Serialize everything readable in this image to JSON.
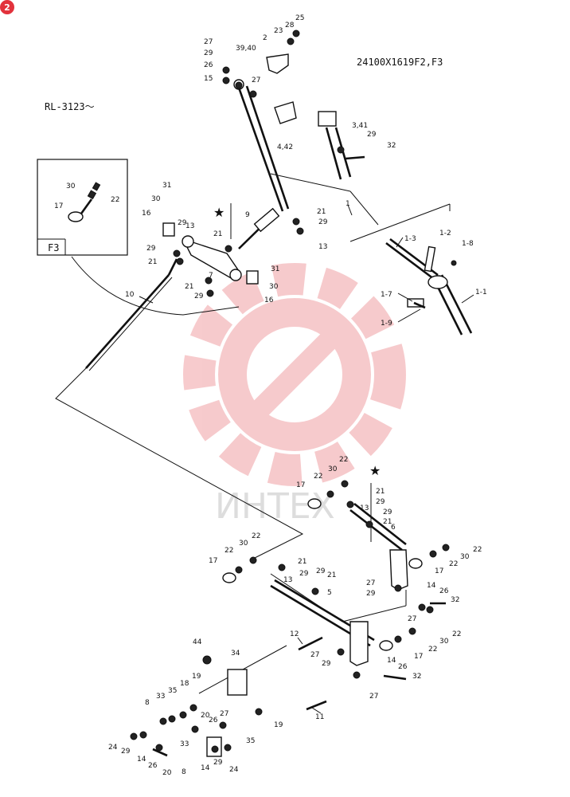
{
  "page_badge": "2",
  "drawing_number": "24100X1619F2,F3",
  "serial_range": "RL-3123～",
  "inset_label": "F3",
  "watermark_text": "ИНТЕХ",
  "colors": {
    "watermark": "#f0a0a4",
    "badge": "#e2323c",
    "ink": "#111111"
  },
  "parts": {
    "p25": "25",
    "p28": "28",
    "p23": "23",
    "p27a": "27",
    "p2": "2",
    "p3940": "39,40",
    "p29a": "29",
    "p26a": "26",
    "p15": "15",
    "p27b": "27",
    "p341": "3,41",
    "p442": "4,42",
    "p29b": "29",
    "p32a": "32",
    "p30a": "30",
    "p22a": "22",
    "p17a": "17",
    "p31a": "31",
    "p30b": "30",
    "p16a": "16",
    "p13a": "13",
    "p9": "9",
    "p21a": "21",
    "p29c": "29",
    "p21b": "21",
    "p29d": "29",
    "p21c": "21",
    "p29e": "29",
    "p13b": "13",
    "p1": "1",
    "p13pipe": "1-3",
    "p12": "1-2",
    "p18": "1-8",
    "p17r": "1-7",
    "p11": "1-1",
    "p19": "1-9",
    "p31b": "31",
    "p7": "7",
    "p30c": "30",
    "p21d": "21",
    "p29f": "29",
    "p16b": "16",
    "p10": "10",
    "p22b": "22",
    "p30d": "30",
    "p22c": "22",
    "p17b": "17",
    "p21e": "21",
    "p29g": "29",
    "p13c": "13",
    "p29h": "29",
    "p21f": "21",
    "p6": "6",
    "p22d": "22",
    "p30e": "30",
    "p22e": "22",
    "p17c": "17",
    "p22f": "22",
    "p30f": "30",
    "p22g": "22",
    "p17d": "17",
    "p21g": "21",
    "p29i": "29",
    "p13d": "13",
    "p29j": "29",
    "p21h": "21",
    "p5": "5",
    "p27c": "27",
    "p29k": "29",
    "p14a": "14",
    "p26b": "26",
    "p32b": "32",
    "p27d": "27",
    "p22h": "22",
    "p30g": "30",
    "p22i": "22",
    "p17e": "17",
    "p12b": "12",
    "p27e": "27",
    "p29l": "29",
    "p14b": "14",
    "p26c": "26",
    "p32c": "32",
    "p27f": "27",
    "p44": "44",
    "p34": "34",
    "p19a": "19",
    "p8a": "8",
    "p33a": "33",
    "p35a": "35",
    "p18b": "18",
    "p20a": "20",
    "p26d": "26",
    "p27g": "27",
    "p19b": "19",
    "p11b": "11",
    "p24a": "24",
    "p29m": "29",
    "p14c": "14",
    "p26e": "26",
    "p20b": "20",
    "p33b": "33",
    "p35b": "35",
    "p8b": "8",
    "p14d": "14",
    "p29n": "29",
    "p24b": "24"
  }
}
